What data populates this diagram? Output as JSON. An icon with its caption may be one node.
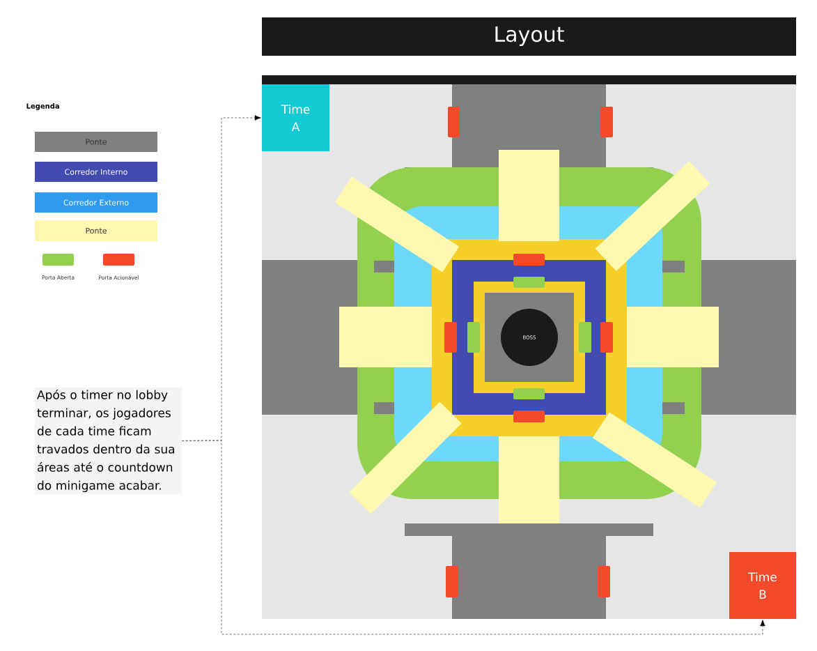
{
  "diagram": {
    "title": "Layout",
    "nodes": [
      {
        "text": [
          "Após o timer no lobby terminar, os jogadores de cada time ficam travados dentro da sua áreas até o countdown do minigame acabar."
        ]
      },
      {
        "text": [
          "Time A"
        ]
      },
      {
        "text": [
          "Time B"
        ]
      },
      {
        "text": [
          "BOSS"
        ]
      }
    ],
    "edges": [
      {
        "from": 0,
        "to": 1,
        "arrow": "to",
        "style": "dashed"
      },
      {
        "from": 0,
        "to": 2,
        "arrow": "to",
        "style": "dashed"
      }
    ],
    "labels": [
      "Legenda"
    ],
    "legend": [
      {
        "text": "Ponte",
        "color": "#808080"
      },
      {
        "text": "Corredor Interno",
        "color": "#424bb0"
      },
      {
        "text": "Corredor Externo",
        "color": "#2e9bee"
      },
      {
        "text": "Ponte",
        "color": "#fef8b0"
      },
      {
        "text": "Porta Aberta",
        "color": "#92d050"
      },
      {
        "text": "Porta Acionável",
        "color": "#f24a2a"
      }
    ]
  }
}
